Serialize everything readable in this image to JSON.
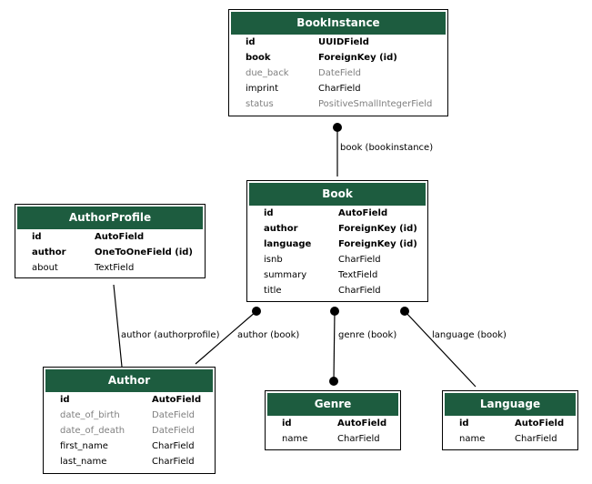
{
  "entities": {
    "bookinstance": {
      "title": "BookInstance",
      "fields": [
        {
          "name": "id",
          "type": "UUIDField"
        },
        {
          "name": "book",
          "type": "ForeignKey (id)"
        },
        {
          "name": "due_back",
          "type": "DateField"
        },
        {
          "name": "imprint",
          "type": "CharField"
        },
        {
          "name": "status",
          "type": "PositiveSmallIntegerField"
        }
      ]
    },
    "book": {
      "title": "Book",
      "fields": [
        {
          "name": "id",
          "type": "AutoField"
        },
        {
          "name": "author",
          "type": "ForeignKey (id)"
        },
        {
          "name": "language",
          "type": "ForeignKey (id)"
        },
        {
          "name": "isnb",
          "type": "CharField"
        },
        {
          "name": "summary",
          "type": "TextField"
        },
        {
          "name": "title",
          "type": "CharField"
        }
      ]
    },
    "authorprofile": {
      "title": "AuthorProfile",
      "fields": [
        {
          "name": "id",
          "type": "AutoField"
        },
        {
          "name": "author",
          "type": "OneToOneField (id)"
        },
        {
          "name": "about",
          "type": "TextField"
        }
      ]
    },
    "author": {
      "title": "Author",
      "fields": [
        {
          "name": "id",
          "type": "AutoField"
        },
        {
          "name": "date_of_birth",
          "type": "DateField"
        },
        {
          "name": "date_of_death",
          "type": "DateField"
        },
        {
          "name": "first_name",
          "type": "CharField"
        },
        {
          "name": "last_name",
          "type": "CharField"
        }
      ]
    },
    "genre": {
      "title": "Genre",
      "fields": [
        {
          "name": "id",
          "type": "AutoField"
        },
        {
          "name": "name",
          "type": "CharField"
        }
      ]
    },
    "language": {
      "title": "Language",
      "fields": [
        {
          "name": "id",
          "type": "AutoField"
        },
        {
          "name": "name",
          "type": "CharField"
        }
      ]
    }
  },
  "edges": {
    "book_bookinstance": "book (bookinstance)",
    "author_authorprofile": "author (authorprofile)",
    "author_book": "author (book)",
    "genre_book": "genre (book)",
    "language_book": "language (book)"
  }
}
